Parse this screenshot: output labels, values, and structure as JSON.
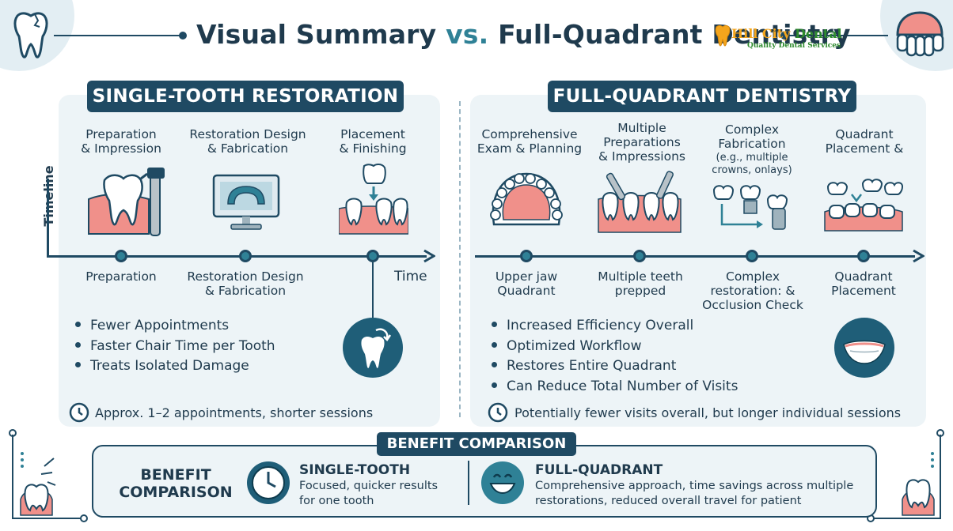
{
  "header": {
    "title_a": "Visual Summary",
    "title_vs": "vs.",
    "title_b": "Full-Quadrant Dentistry",
    "brand_a": "Hill City",
    "brand_b": "Dental",
    "brand_tag": "Quality Dental Services"
  },
  "left": {
    "title": "SINGLE-TOOTH RESTORATION",
    "timeline_label": "Timeline",
    "time_label": "Time",
    "steps": [
      {
        "top": "Preparation\n& Impression",
        "bottom": "Preparation"
      },
      {
        "top": "Restoration Design\n& Fabrication",
        "bottom": "Restoration Design\n& Fabrication"
      },
      {
        "top": "Placement\n& Finishing",
        "bottom": ""
      }
    ],
    "bullets": [
      "Fewer Appointments",
      "Faster Chair Time per Tooth",
      "Treats Isolated Damage"
    ],
    "clock_text": "Approx. 1–2 appointments, shorter sessions"
  },
  "right": {
    "title": "FULL-QUADRANT DENTISTRY",
    "steps": [
      {
        "top": "Comprehensive\nExam & Planning",
        "bottom": "Upper jaw\nQuadrant"
      },
      {
        "top": "Multiple\nPreparations\n& Impressions",
        "bottom": "Multiple teeth\nprepped"
      },
      {
        "top": "Complex\nFabrication",
        "top_sub": "(e.g., multiple\ncrowns, onlays)",
        "bottom": "Complex\nrestoration: &\nOcclusion Check"
      },
      {
        "top": "Quadrant\nPlacement &",
        "bottom": "Quadrant\nPlacement"
      }
    ],
    "bullets": [
      "Increased Efficiency Overall",
      "Optimized Workflow",
      "Restores Entire Quadrant",
      "Can Reduce Total Number of Visits"
    ],
    "clock_text": "Potentially fewer visits overall, but longer individual sessions"
  },
  "benefit": {
    "title": "BENEFIT COMPARISON",
    "left_label": "BENEFIT\nCOMPARISON",
    "single_head": "SINGLE-TOOTH",
    "single_text": "Focused, quicker results\nfor one tooth",
    "full_head": "FULL-QUADRANT",
    "full_text": "Comprehensive approach, time savings across multiple\nrestorations, reduced overall travel for patient"
  },
  "colors": {
    "navy": "#1f4a63",
    "teal": "#2f8196",
    "panel": "#edf4f7",
    "gum": "#f0908a",
    "brand_orange": "#f4a51c",
    "brand_green": "#2e8b2e"
  }
}
